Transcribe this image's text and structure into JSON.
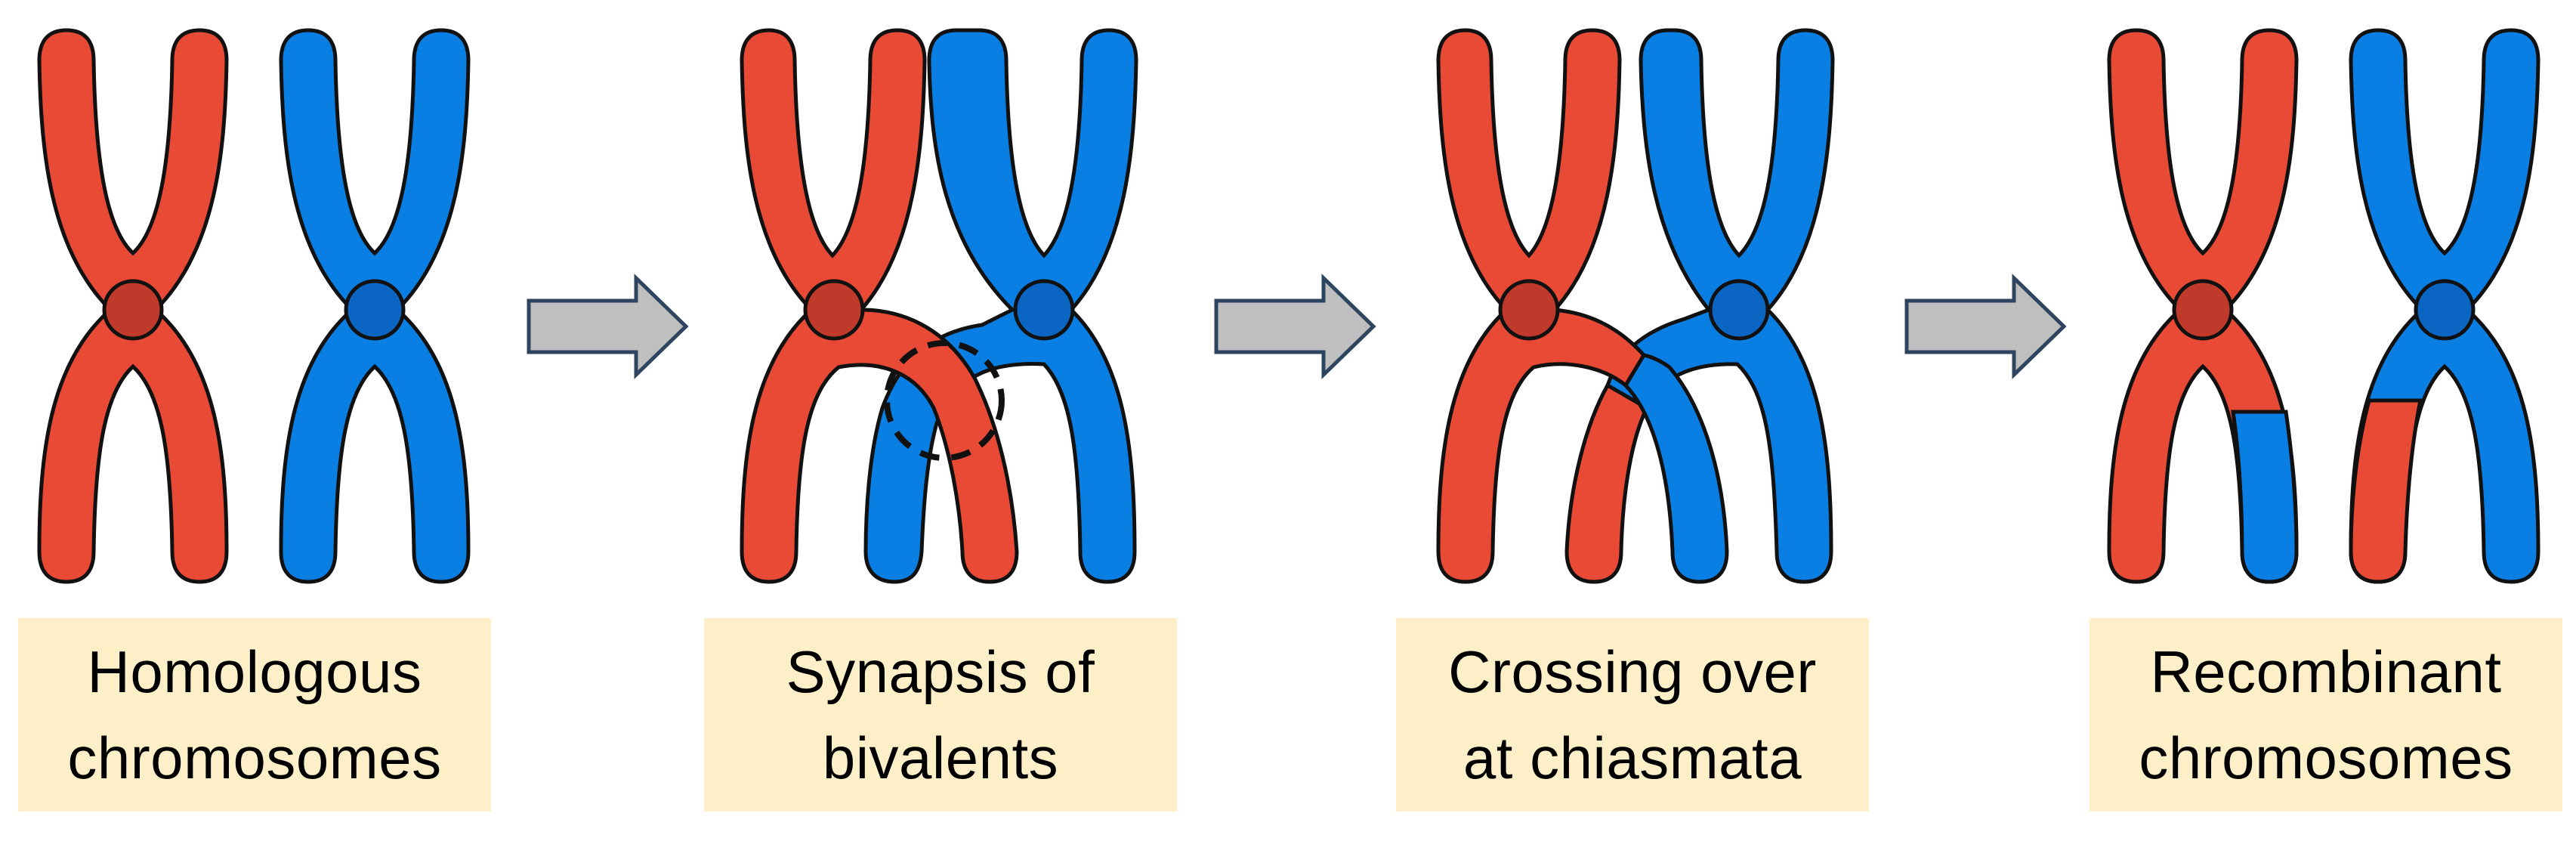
{
  "colors": {
    "maternal_red": "#e84a35",
    "paternal_blue": "#0a7fe3",
    "centromere_red": "#c03a2b",
    "centromere_blue": "#0a66c2",
    "outline": "#111111",
    "arrow_fill": "#bfbfbf",
    "arrow_stroke": "#2e4560",
    "label_background": "#fdf0c8",
    "label_text": "#000000"
  },
  "stages": [
    {
      "line1": "Homologous",
      "line2": "chromosomes"
    },
    {
      "line1": "Synapsis of",
      "line2": "bivalents"
    },
    {
      "line1": "Crossing over",
      "line2": "at chiasmata"
    },
    {
      "line1": "Recombinant",
      "line2": "chromosomes"
    }
  ],
  "icons": {
    "chromosome": "chromosome-icon",
    "arrow": "right-arrow-icon",
    "chiasma_marker": "dashed-circle-icon"
  }
}
